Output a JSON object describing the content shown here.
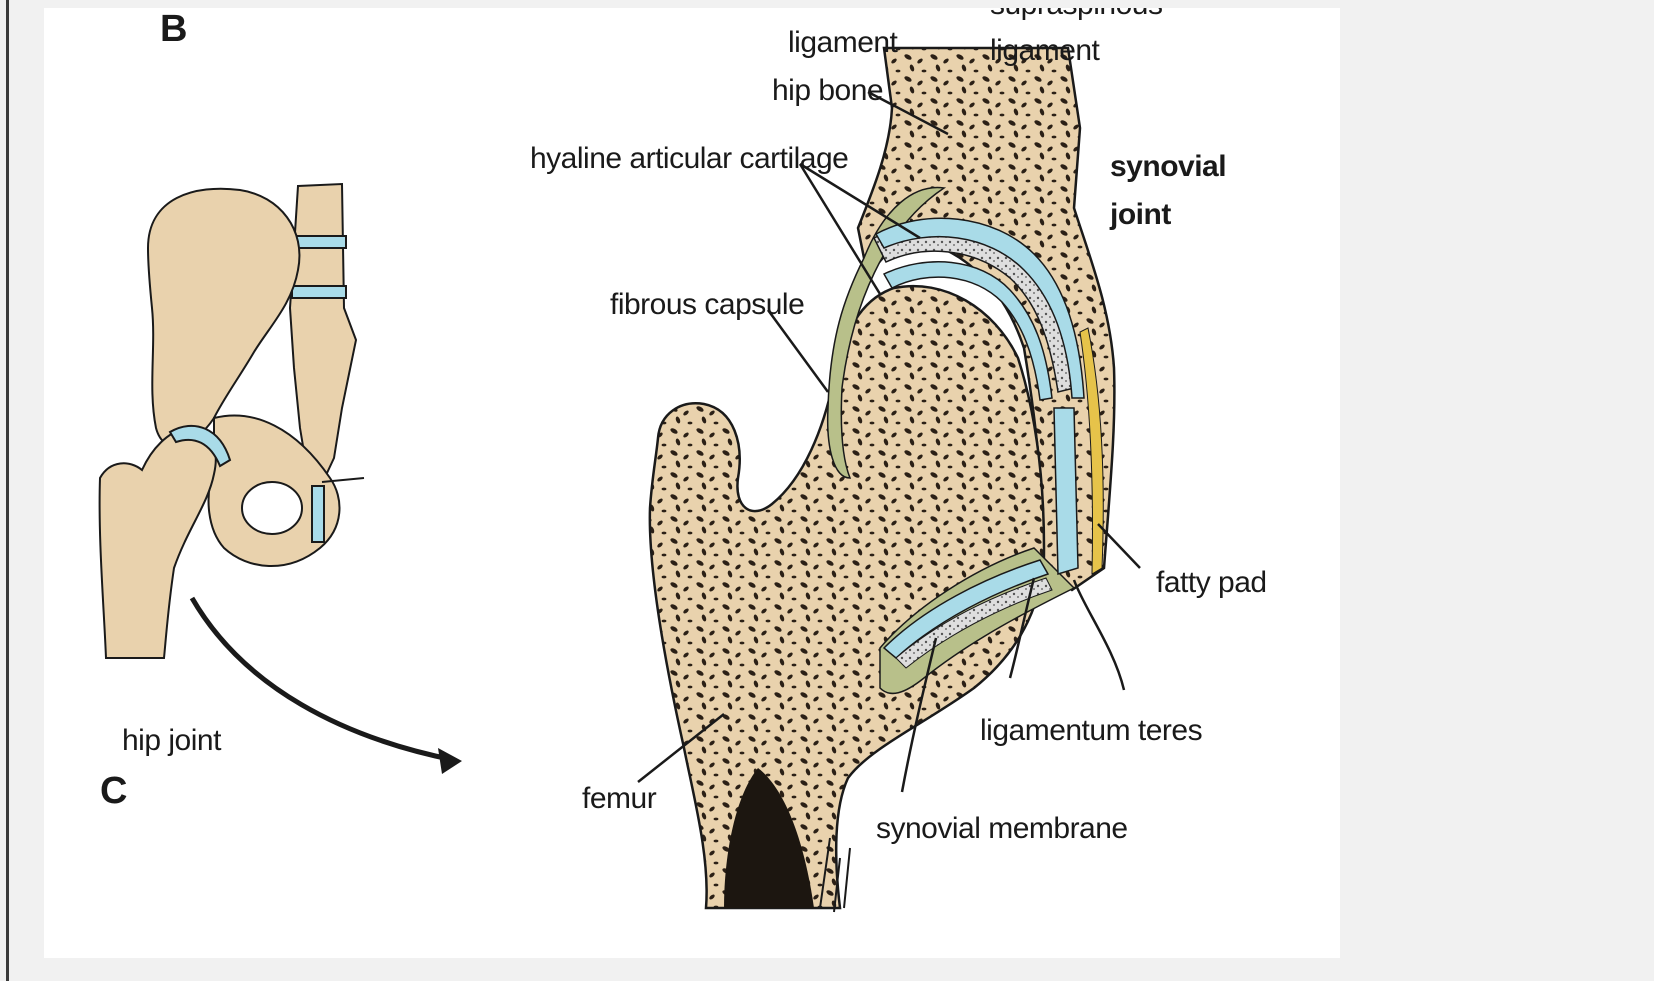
{
  "figure": {
    "panel_letters": {
      "b": "B",
      "c": "C"
    },
    "labels": {
      "ligament_cut": "ligament",
      "supraspinous_cut": "supraspinous",
      "supraspinous_ligament": "ligament",
      "hip_bone": "hip bone",
      "hyaline_cartilage": "hyaline articular cartilage",
      "synovial_joint_line1": "synovial",
      "synovial_joint_line2": "joint",
      "fibrous_capsule": "fibrous capsule",
      "fatty_pad": "fatty pad",
      "ligamentum_teres": "ligamentum teres",
      "synovial_membrane": "synovial membrane",
      "femur": "femur",
      "hip_joint": "hip joint"
    },
    "colors": {
      "bone": "#e9d2ad",
      "cartilage": "#a9dbe8",
      "capsule": "#b8c08a",
      "fatty_pad": "#e6c34a",
      "outline": "#1a1a1a"
    }
  }
}
